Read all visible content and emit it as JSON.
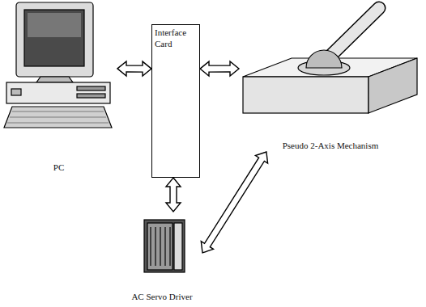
{
  "diagram": {
    "nodes": [
      {
        "text": [
          "PC"
        ]
      },
      {
        "text": [
          "Interface Card"
        ]
      },
      {
        "text": [
          "Pseudo 2-Axis Mechanism"
        ]
      },
      {
        "text": [
          "AC Servo Driver"
        ]
      }
    ],
    "edges": [
      {
        "from": 0,
        "to": 1,
        "arrow": "both"
      },
      {
        "from": 1,
        "to": 2,
        "arrow": "both"
      },
      {
        "from": 1,
        "to": 3,
        "arrow": "both"
      },
      {
        "from": 3,
        "to": 2,
        "arrow": "both"
      }
    ]
  }
}
